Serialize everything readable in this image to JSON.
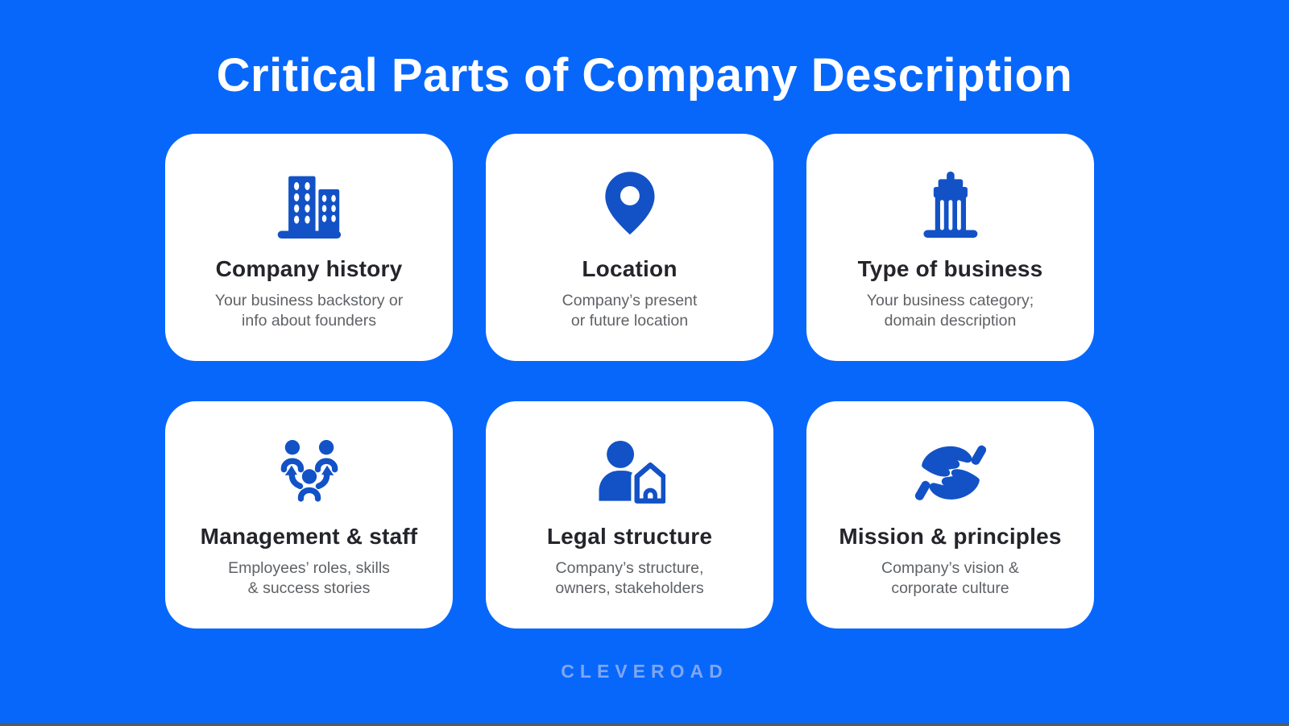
{
  "page": {
    "title": "Critical Parts of Company Description",
    "brand": "CLEVEROAD"
  },
  "colors": {
    "background": "#0767FB",
    "card_background": "#FFFFFF",
    "icon_blue": "#1252C6",
    "title_text": "#FFFFFF",
    "card_title_text": "#24252A",
    "card_description_text": "#5F6266",
    "brand_text": "#7FA6F2",
    "bottom_strip": "#565A61"
  },
  "cards": [
    {
      "id": "company-history",
      "icon": "buildings-icon",
      "title": "Company history",
      "desc1": "Your business backstory or",
      "desc2": "info about founders"
    },
    {
      "id": "location",
      "icon": "map-pin-icon",
      "title": "Location",
      "desc1": "Company’s present",
      "desc2": "or future location"
    },
    {
      "id": "type-of-business",
      "icon": "bank-building-icon",
      "title": "Type of business",
      "desc1": "Your business category;",
      "desc2": "domain description"
    },
    {
      "id": "management-staff",
      "icon": "people-sync-icon",
      "title": "Management & staff",
      "desc1": "Employees’ roles, skills",
      "desc2": "& success stories"
    },
    {
      "id": "legal-structure",
      "icon": "person-house-icon",
      "title": "Legal structure",
      "desc1": "Company’s structure,",
      "desc2": "owners, stakeholders"
    },
    {
      "id": "mission-principles",
      "icon": "hands-care-icon",
      "title": "Mission & principles",
      "desc1": "Company’s vision &",
      "desc2": "corporate culture"
    }
  ]
}
